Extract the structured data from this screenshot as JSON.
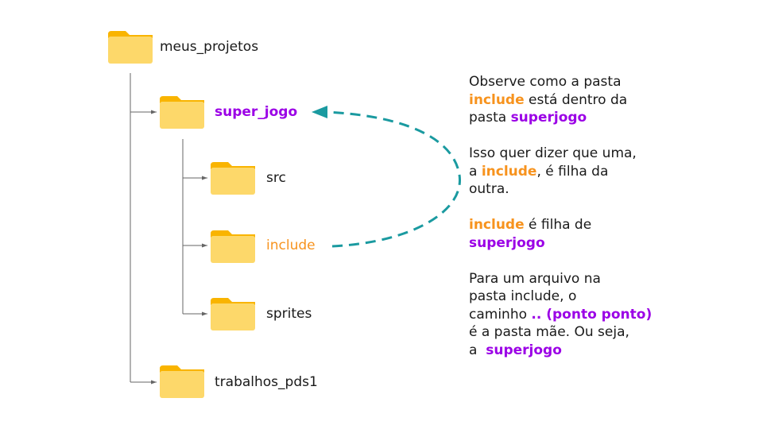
{
  "folders": {
    "root": "meus_projetos",
    "super_jogo": "super_jogo",
    "src": "src",
    "include": "include",
    "sprites": "sprites",
    "trabalhos": "trabalhos_pds1"
  },
  "explanation": {
    "p1": {
      "t1": "Observe como a pasta",
      "t2": "include",
      "t3": " está dentro da",
      "t4": "pasta ",
      "t5": "superjogo"
    },
    "p2": {
      "t1": "Isso quer dizer que uma,",
      "t2": "a ",
      "t3": "include",
      "t4": ", é filha da",
      "t5": "outra."
    },
    "p3": {
      "t1": "include",
      "t2": " é filha de",
      "t3": "superjogo"
    },
    "p4": {
      "t1": "Para um arquivo na",
      "t2": "pasta include, o",
      "t3": "caminho ",
      "t4": ".. (ponto ponto)",
      "t5": "é a pasta mãe. Ou seja,",
      "t6": "a  ",
      "t7": "superjogo"
    }
  },
  "colors": {
    "folder_body": "#fdd86a",
    "folder_tab": "#f9b400",
    "purple": "#9b00e6",
    "orange": "#f7931e",
    "arrow_teal": "#1a9aa0",
    "tree_line": "#666666"
  }
}
